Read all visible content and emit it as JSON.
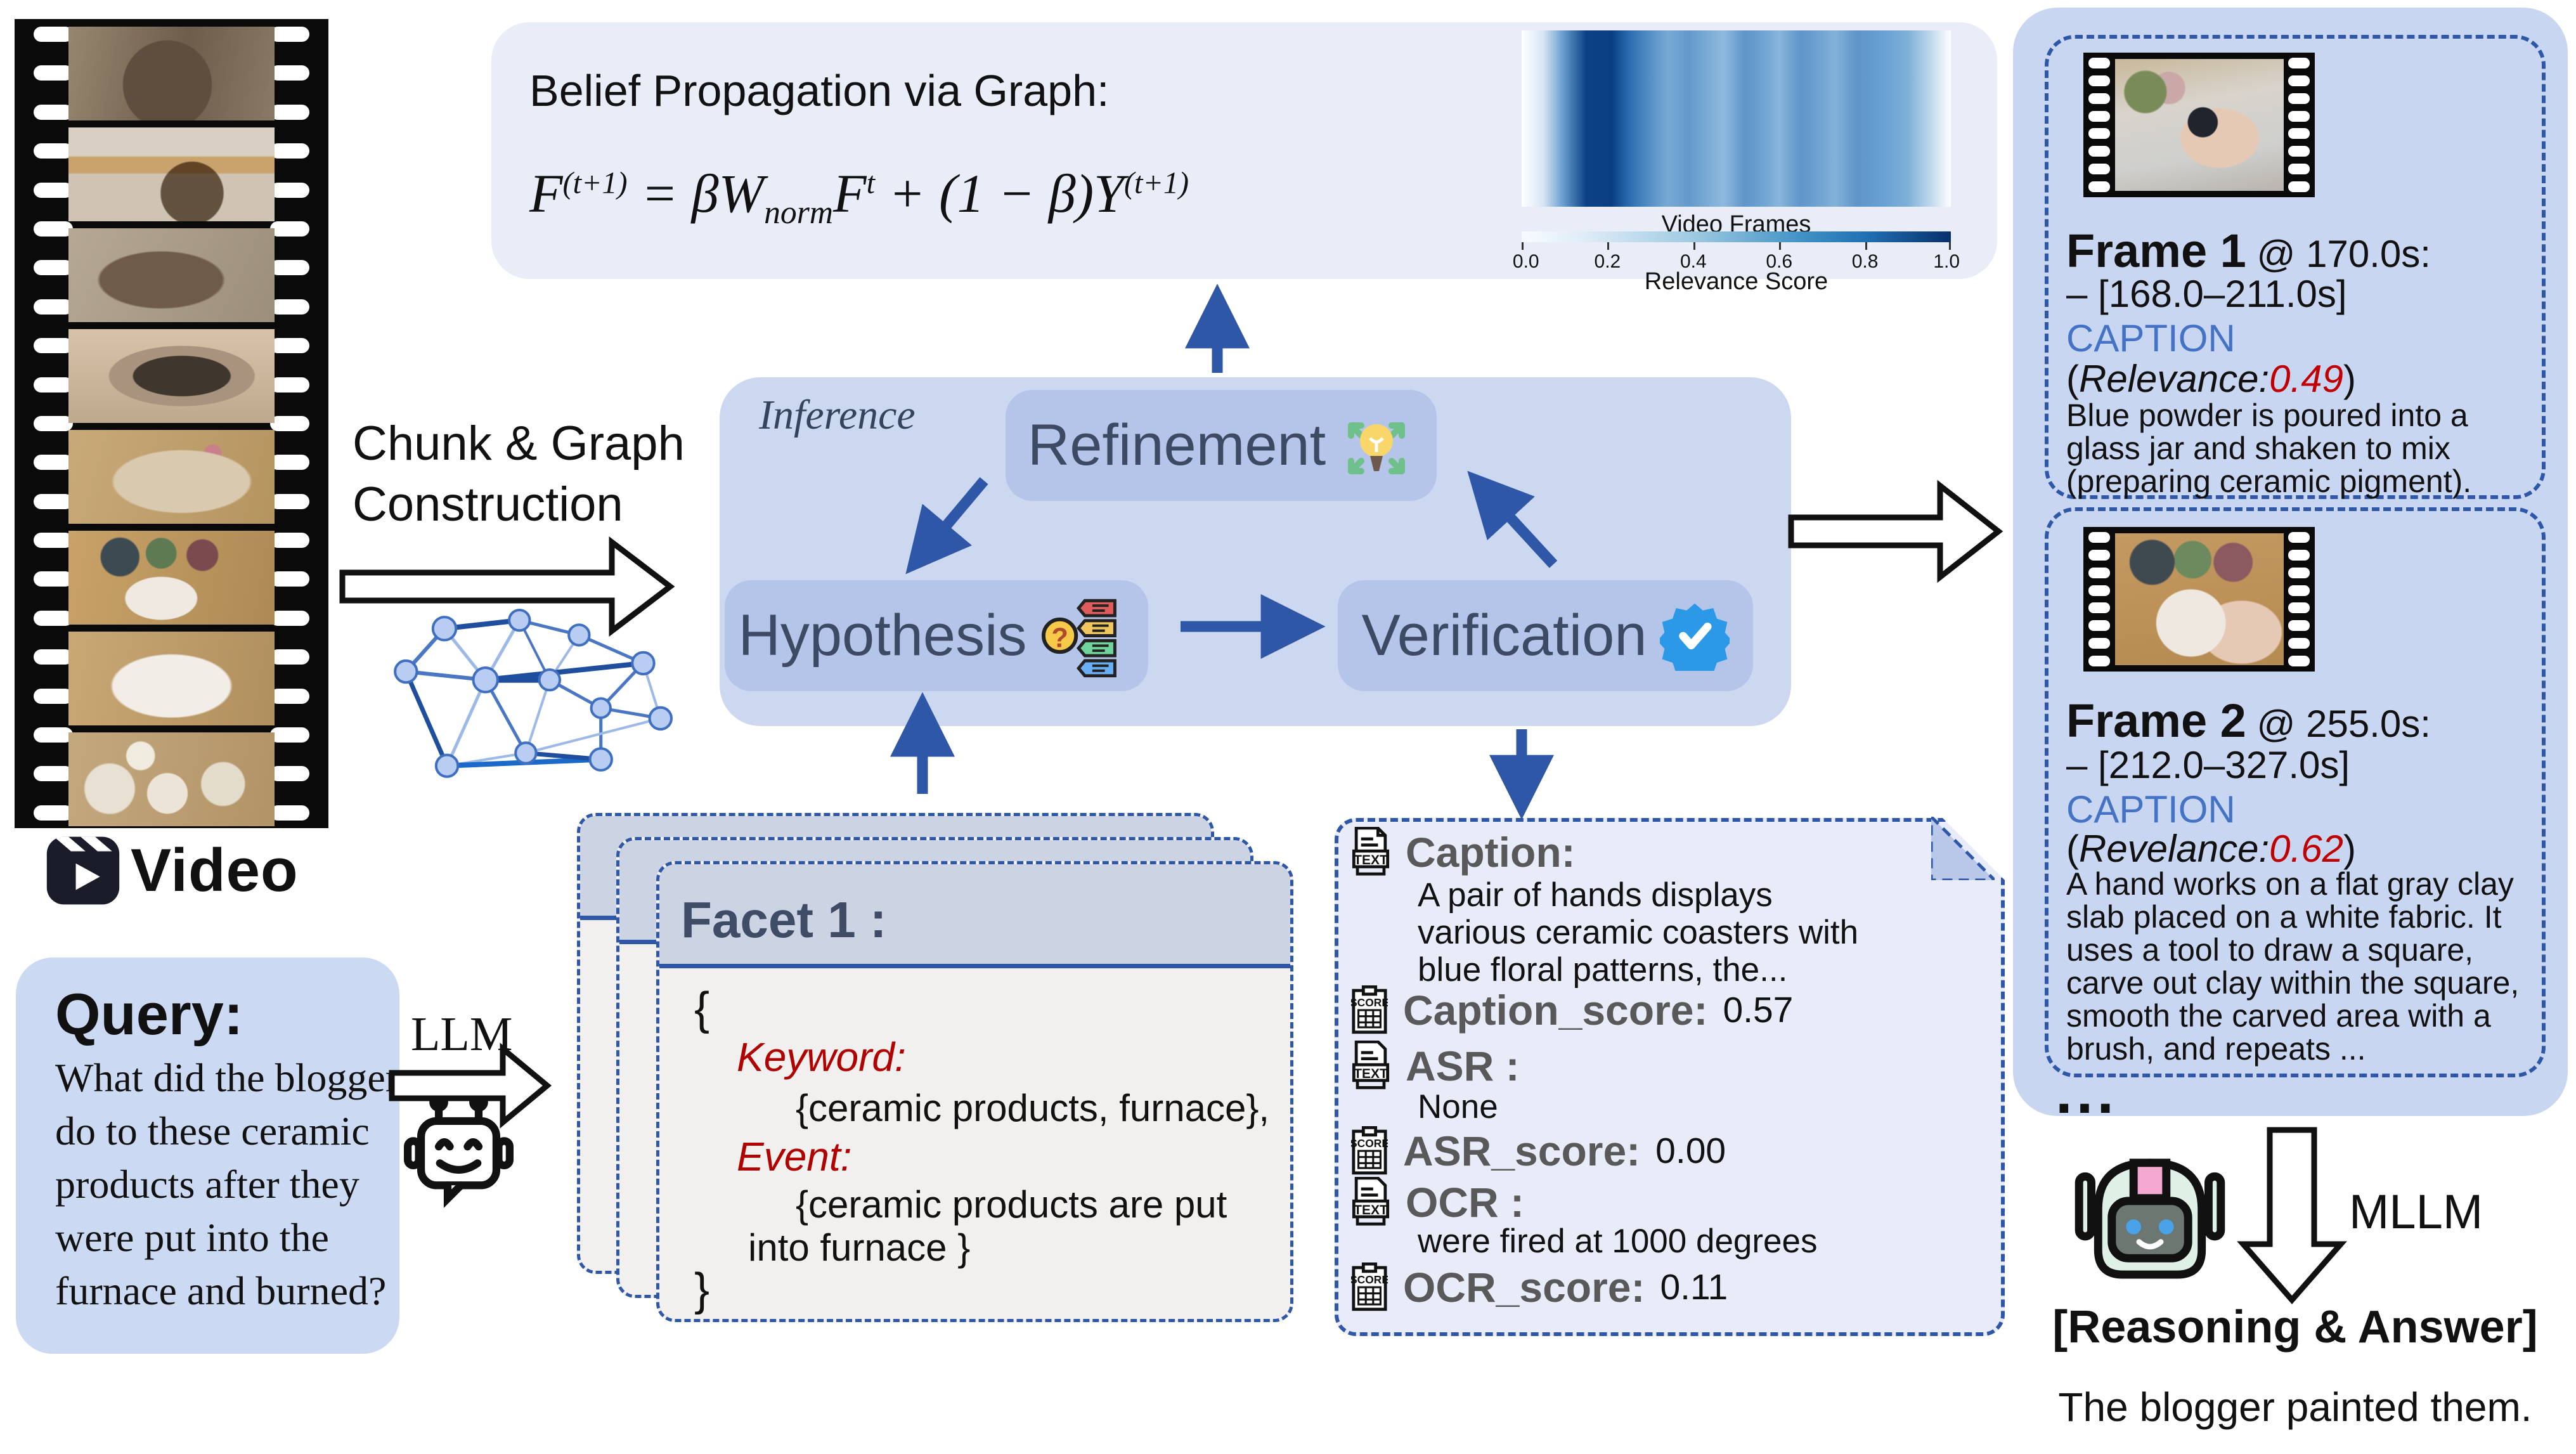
{
  "colors": {
    "accent_blue": "#2f57a8",
    "caption_blue": "#4472c4",
    "red_value": "#c00000",
    "panel_blue": "#c9d6f1",
    "pill_blue": "#b5c5ea",
    "box_blue": "#ccd7f0",
    "gray_label": "#595959"
  },
  "video": {
    "label": "Video",
    "frames": [
      "carving-clay-plate",
      "rolling-pin-clay",
      "carved-clay-tray",
      "shaping-clay-bowl",
      "decorated-clay-tray",
      "painting-ceramic-with-bowls",
      "painting-blue-flower-plate",
      "finished-ceramic-set"
    ]
  },
  "query": {
    "title": "Query:",
    "lines": [
      "What did the blogger",
      "do to these ceramic",
      "products after they",
      "were put into the",
      "furnace and burned?"
    ]
  },
  "llm": {
    "label": "LLM"
  },
  "chunk": {
    "line1": "Chunk & Graph",
    "line2": "Construction"
  },
  "belief": {
    "title": "Belief Propagation via Graph:",
    "formula": {
      "f1": "F",
      "sup1": "(t+1)",
      "eq": " = ",
      "bw": "βW",
      "sub": "norm",
      "f2": "F",
      "sup2": "t",
      "mid": " + (1 − β)Y",
      "sup3": "(t+1)"
    },
    "heatmap": {
      "xlabel": "Video Frames",
      "cbar_label": "Relevance Score",
      "ticks": [
        "0.0",
        "0.2",
        "0.4",
        "0.6",
        "0.8",
        "1.0"
      ]
    }
  },
  "inference": {
    "label": "Inference",
    "refinement": "Refinement",
    "hypothesis": "Hypothesis",
    "verification": "Verification"
  },
  "facet": {
    "title": "Facet 1 :",
    "open": "{",
    "keyword_label": "Keyword:",
    "keyword_value": "{ceramic products, furnace},",
    "event_label": "Event:",
    "event_line1": "{ceramic products are put",
    "event_line2": "into furnace }",
    "close": "}"
  },
  "verification_output": {
    "caption_label": "Caption:",
    "caption_lines": [
      "A pair of hands displays",
      "various ceramic coasters with",
      "blue floral patterns, the..."
    ],
    "caption_score_label": "Caption_score:",
    "caption_score": "0.57",
    "asr_label": "ASR :",
    "asr_value": "None",
    "asr_score_label": "ASR_score:",
    "asr_score": "0.00",
    "ocr_label": "OCR :",
    "ocr_value": "were fired at 1000 degrees",
    "ocr_score_label": "OCR_score:",
    "ocr_score": "0.11"
  },
  "frames": [
    {
      "title": "Frame 1",
      "at": " @ 170.0s:",
      "range": "– [168.0–211.0s]",
      "caption_tag": "CAPTION",
      "rel_open": "(",
      "rel_label": "Relevance:",
      "rel_value": "0.49",
      "rel_close": ")",
      "lines": [
        "Blue powder is poured into a",
        "glass jar and shaken to mix",
        "(preparing ceramic pigment)."
      ]
    },
    {
      "title": "Frame 2",
      "at": " @ 255.0s:",
      "range": "– [212.0–327.0s]",
      "caption_tag": "CAPTION",
      "rel_open": "(",
      "rel_label": "Revelance:",
      "rel_value": "0.62",
      "rel_close": ")",
      "lines": [
        "A hand works on a flat gray clay",
        "slab placed on a white fabric. It",
        "uses a tool to draw a square,",
        "carve out clay within the square,",
        "smooth the carved area with a",
        "brush, and repeats ..."
      ]
    }
  ],
  "ellipsis": "...",
  "mllm": {
    "label": "MLLM",
    "answer_title": "[Reasoning & Answer]",
    "answer_text": "The blogger painted them."
  },
  "icons": {
    "video": "video-clapper-play-icon",
    "llm_robot": "robot-chat-icon",
    "mllm_robot": "robot-colored-icon",
    "refinement": "lightbulb-expand-icon",
    "hypothesis": "question-tags-icon",
    "verification": "verified-badge-icon",
    "text_doc": "text-document-icon",
    "score": "score-clipboard-icon",
    "graph": "graph-network-icon"
  }
}
